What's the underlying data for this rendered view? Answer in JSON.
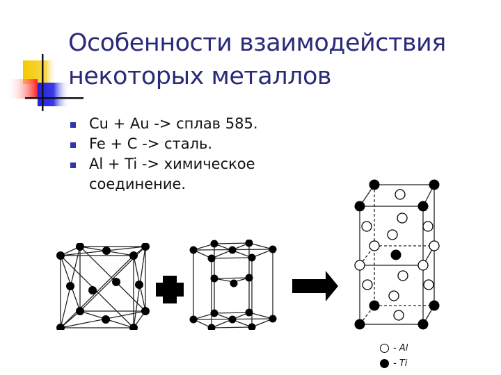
{
  "slide": {
    "title_line1": "Особенности взаимодействия",
    "title_line2": "некоторых металлов",
    "bullets": [
      {
        "text": "Cu + Au -> сплав 585."
      },
      {
        "text": "Fe + C -> сталь."
      },
      {
        "text": "Al + Ti -> химическое соединение."
      }
    ],
    "figures": {
      "left": "fcc-lattice-diagram",
      "middle_operator": "plus-icon",
      "middle": "hcp-lattice-diagram",
      "right_operator": "arrow-right-icon",
      "right": "intermetallic-lattice-diagram"
    },
    "legend": [
      {
        "symbol": "open-circle",
        "label": "- Al"
      },
      {
        "symbol": "filled-circle",
        "label": "- Ti"
      }
    ],
    "colors": {
      "title": "#2a2a7a",
      "bullet": "#3333aa",
      "deco_yellow": "#f5c800",
      "deco_red": "#ff3030",
      "deco_blue": "#2a2ae0"
    }
  }
}
